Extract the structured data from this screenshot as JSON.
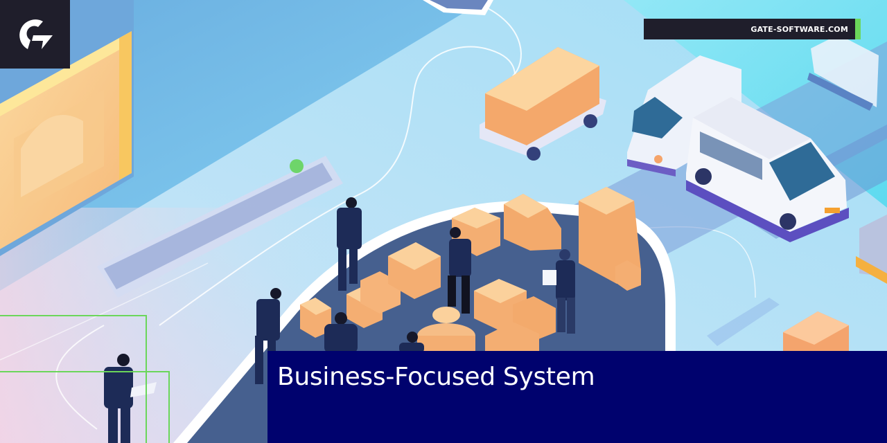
{
  "brand": {
    "logo_icon": "g-lightning-logo-icon",
    "logo_bg_color": "#1f1e2b",
    "logo_fg_color": "#ffffff"
  },
  "url_banner": {
    "text": "GATE-SOFTWARE.COM",
    "bg_color": "#1f1e2b",
    "accent_color": "#6bd65a"
  },
  "title_panel": {
    "title": "Business-Focused System",
    "bg_color": "#00026e"
  },
  "illustration": {
    "subject": "isometric logistics warehouse with conveyor loop, parcels, delivery vans, cart and business people",
    "palette": {
      "sky": "#7fc8ec",
      "floor": "#b5e2f6",
      "cyan": "#5ce3f0",
      "conveyor": "#46608f",
      "parcel": "#f5b27a",
      "parcel_top": "#fbd29f",
      "suit": "#1d2b57",
      "van": "#e9eef7",
      "warm_panel": "#fbc874"
    }
  },
  "overlays": {
    "outline_color": "#6bd65a"
  }
}
